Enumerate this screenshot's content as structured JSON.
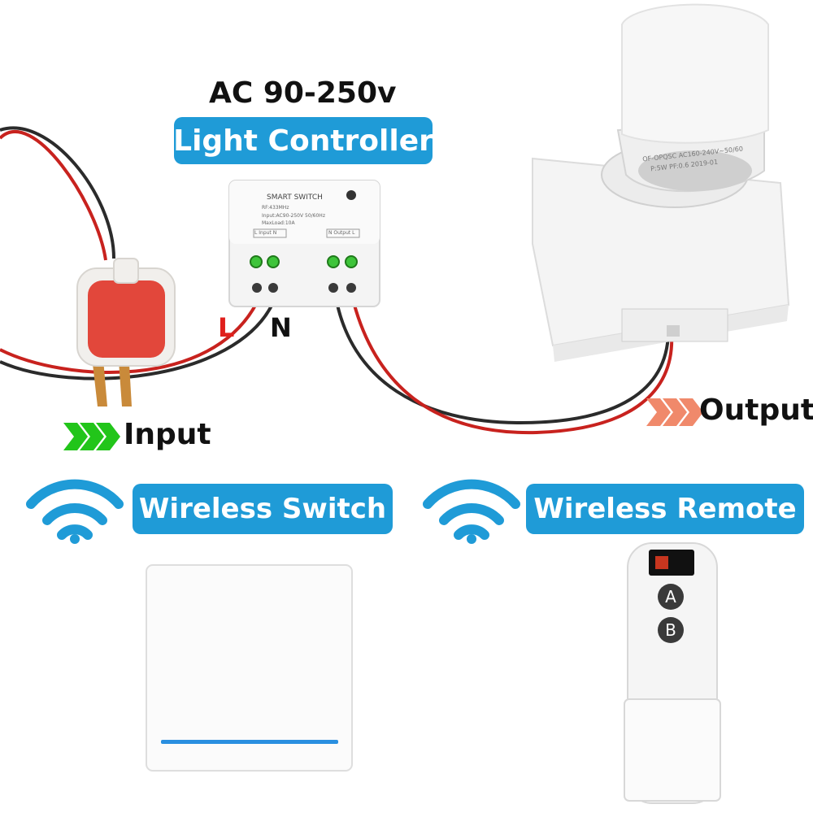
{
  "header": {
    "voltage": "AC 90-250v",
    "controller_label": "Light Controller"
  },
  "module": {
    "brand": "SMART SWITCH",
    "frequency": "RF:433MHz",
    "input_rating": "Input:AC90-250V 50/60Hz",
    "max_load": "MaxLoad:10A",
    "left_terminal": "L Input N",
    "right_terminal": "N Output L"
  },
  "wiring": {
    "line_label": "L",
    "neutral_label": "N",
    "input_label": "Input",
    "output_label": "Output"
  },
  "bulb": {
    "spec_line1": "OF-OPQSC  AC160-240V~50/60",
    "spec_line2": "P:5W   PF:0.6  2019-01"
  },
  "wireless": {
    "switch_label": "Wireless Switch",
    "remote_label": "Wireless Remote"
  },
  "remote": {
    "button_a": "A",
    "button_b": "B"
  },
  "colors": {
    "pill_blue": "#1f9bd7",
    "input_arrow_green": "#22c51a",
    "output_arrow_salmon": "#f0896b",
    "line_red": "#e0201c",
    "switch_led_blue": "#2a8fe0"
  }
}
